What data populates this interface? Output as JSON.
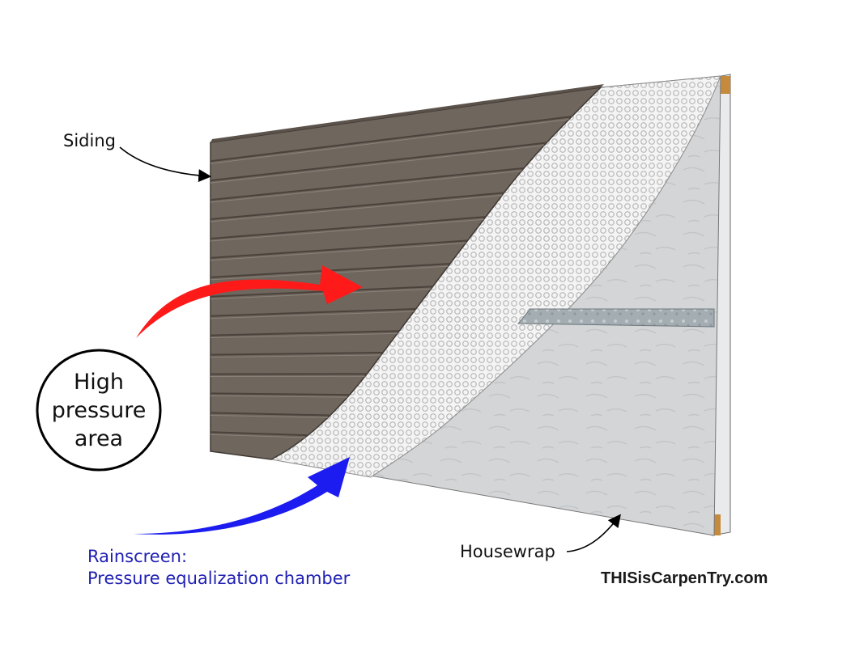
{
  "labels": {
    "siding": "Siding",
    "housewrap": "Housewrap",
    "high_pressure": [
      "High",
      "pressure",
      "area"
    ],
    "rainscreen": [
      "Rainscreen:",
      "Pressure equalization chamber"
    ]
  },
  "brand": "THISisCarpenTry.com",
  "colors": {
    "siding": "#6f665e",
    "siding_line": "#4a423b",
    "mesh": "#e6e6e6",
    "housewrap": "#d4d6d8",
    "flashing": "#9aa6ab",
    "high_pressure_arrow": "#ff1a1a",
    "rainscreen_arrow": "#1c1cf0",
    "rainscreen_text": "#1f1fb4",
    "wood_edge": "#c58a3c"
  },
  "icons": {
    "high_pressure_arrow": "curved-arrow-right-icon",
    "rainscreen_arrow": "curved-arrow-up-icon"
  }
}
